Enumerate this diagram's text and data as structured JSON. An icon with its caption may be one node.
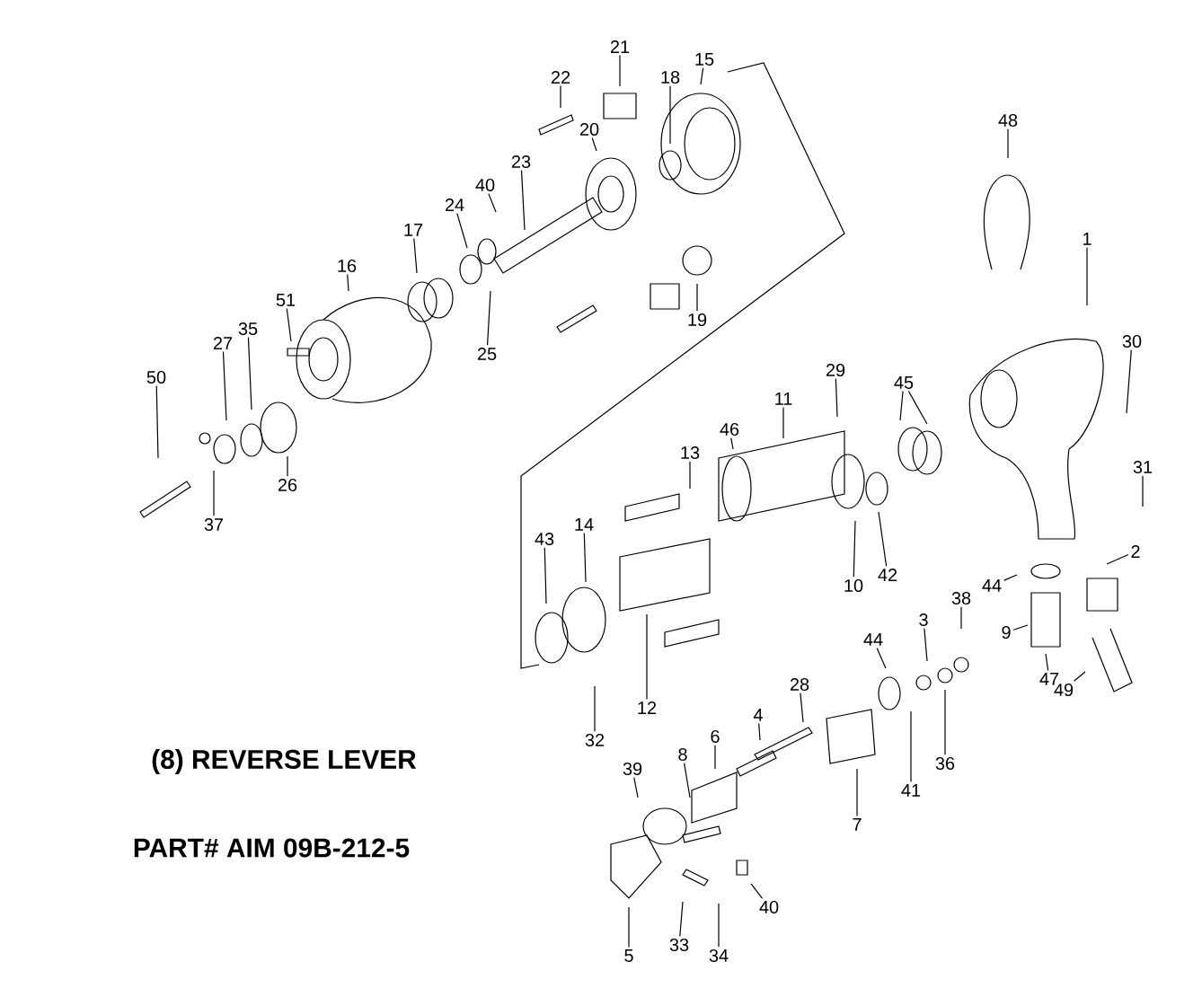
{
  "diagram": {
    "nodes": [
      {
        "text": [
          "21"
        ]
      },
      {
        "text": [
          "22"
        ]
      },
      {
        "text": [
          "15"
        ]
      },
      {
        "text": [
          "18"
        ]
      },
      {
        "text": [
          "20"
        ]
      },
      {
        "text": [
          "23"
        ]
      },
      {
        "text": [
          "40"
        ]
      },
      {
        "text": [
          "24"
        ]
      },
      {
        "text": [
          "17"
        ]
      },
      {
        "text": [
          "16"
        ]
      },
      {
        "text": [
          "51"
        ]
      },
      {
        "text": [
          "35"
        ]
      },
      {
        "text": [
          "27"
        ]
      },
      {
        "text": [
          "50"
        ]
      },
      {
        "text": [
          "19"
        ]
      },
      {
        "text": [
          "25"
        ]
      },
      {
        "text": [
          "26"
        ]
      },
      {
        "text": [
          "37"
        ]
      },
      {
        "text": [
          "48"
        ]
      },
      {
        "text": [
          "1"
        ]
      },
      {
        "text": [
          "30"
        ]
      },
      {
        "text": [
          "45"
        ]
      },
      {
        "text": [
          "29"
        ]
      },
      {
        "text": [
          "11"
        ]
      },
      {
        "text": [
          "46"
        ]
      },
      {
        "text": [
          "13"
        ]
      },
      {
        "text": [
          "31"
        ]
      },
      {
        "text": [
          "14"
        ]
      },
      {
        "text": [
          "43"
        ]
      },
      {
        "text": [
          "2"
        ]
      },
      {
        "text": [
          "44"
        ]
      },
      {
        "text": [
          "42"
        ]
      },
      {
        "text": [
          "10"
        ]
      },
      {
        "text": [
          "38"
        ]
      },
      {
        "text": [
          "9"
        ]
      },
      {
        "text": [
          "3"
        ]
      },
      {
        "text": [
          "44"
        ]
      },
      {
        "text": [
          "47"
        ]
      },
      {
        "text": [
          "49"
        ]
      },
      {
        "text": [
          "28"
        ]
      },
      {
        "text": [
          "12"
        ]
      },
      {
        "text": [
          "4"
        ]
      },
      {
        "text": [
          "32"
        ]
      },
      {
        "text": [
          "6"
        ]
      },
      {
        "text": [
          "8"
        ]
      },
      {
        "text": [
          "39"
        ]
      },
      {
        "text": [
          "36"
        ]
      },
      {
        "text": [
          "41"
        ]
      },
      {
        "text": [
          "7"
        ]
      },
      {
        "text": [
          "40"
        ]
      },
      {
        "text": [
          "33"
        ]
      },
      {
        "text": [
          "34"
        ]
      },
      {
        "text": [
          "5"
        ]
      }
    ],
    "edges": [
      {
        "from": 0,
        "to": null,
        "arrow": "none"
      },
      {
        "from": 1,
        "to": null,
        "arrow": "none"
      },
      {
        "from": 2,
        "to": null,
        "arrow": "none"
      },
      {
        "from": 3,
        "to": null,
        "arrow": "none"
      },
      {
        "from": 4,
        "to": null,
        "arrow": "none"
      },
      {
        "from": 5,
        "to": null,
        "arrow": "none"
      },
      {
        "from": 6,
        "to": null,
        "arrow": "none"
      },
      {
        "from": 7,
        "to": null,
        "arrow": "none"
      },
      {
        "from": 8,
        "to": null,
        "arrow": "none"
      },
      {
        "from": 9,
        "to": null,
        "arrow": "none"
      },
      {
        "from": 10,
        "to": null,
        "arrow": "none"
      },
      {
        "from": 11,
        "to": null,
        "arrow": "none"
      },
      {
        "from": 12,
        "to": null,
        "arrow": "none"
      },
      {
        "from": 13,
        "to": null,
        "arrow": "none"
      },
      {
        "from": 14,
        "to": null,
        "arrow": "none"
      },
      {
        "from": 15,
        "to": null,
        "arrow": "none"
      },
      {
        "from": 16,
        "to": null,
        "arrow": "none"
      },
      {
        "from": 17,
        "to": null,
        "arrow": "none"
      },
      {
        "from": 18,
        "to": null,
        "arrow": "none"
      },
      {
        "from": 19,
        "to": null,
        "arrow": "none"
      },
      {
        "from": 20,
        "to": null,
        "arrow": "none"
      },
      {
        "from": 21,
        "to": null,
        "arrow": "none"
      },
      {
        "from": 21,
        "to": null,
        "arrow": "none"
      },
      {
        "from": 22,
        "to": null,
        "arrow": "none"
      },
      {
        "from": 23,
        "to": null,
        "arrow": "none"
      },
      {
        "from": 24,
        "to": null,
        "arrow": "none"
      },
      {
        "from": 25,
        "to": null,
        "arrow": "none"
      },
      {
        "from": 26,
        "to": null,
        "arrow": "none"
      },
      {
        "from": 27,
        "to": null,
        "arrow": "none"
      },
      {
        "from": 28,
        "to": null,
        "arrow": "none"
      },
      {
        "from": 29,
        "to": null,
        "arrow": "none"
      },
      {
        "from": 30,
        "to": null,
        "arrow": "none"
      },
      {
        "from": 31,
        "to": null,
        "arrow": "none"
      },
      {
        "from": 32,
        "to": null,
        "arrow": "none"
      },
      {
        "from": 33,
        "to": null,
        "arrow": "none"
      },
      {
        "from": 34,
        "to": null,
        "arrow": "none"
      },
      {
        "from": 35,
        "to": null,
        "arrow": "none"
      },
      {
        "from": 36,
        "to": null,
        "arrow": "none"
      },
      {
        "from": 37,
        "to": null,
        "arrow": "none"
      },
      {
        "from": 38,
        "to": null,
        "arrow": "none"
      },
      {
        "from": 39,
        "to": null,
        "arrow": "none"
      },
      {
        "from": 40,
        "to": null,
        "arrow": "none"
      },
      {
        "from": 41,
        "to": null,
        "arrow": "none"
      },
      {
        "from": 42,
        "to": null,
        "arrow": "none"
      },
      {
        "from": 43,
        "to": null,
        "arrow": "none"
      },
      {
        "from": 44,
        "to": null,
        "arrow": "none"
      },
      {
        "from": 45,
        "to": null,
        "arrow": "none"
      },
      {
        "from": 46,
        "to": null,
        "arrow": "none"
      },
      {
        "from": 47,
        "to": null,
        "arrow": "none"
      },
      {
        "from": 48,
        "to": null,
        "arrow": "none"
      },
      {
        "from": 49,
        "to": null,
        "arrow": "none"
      },
      {
        "from": 50,
        "to": null,
        "arrow": "none"
      },
      {
        "from": 51,
        "to": null,
        "arrow": "none"
      },
      {
        "from": 52,
        "to": null,
        "arrow": "none"
      }
    ],
    "labels": [
      "(8) REVERSE LEVER",
      "PART# AIM 09B-212-5"
    ]
  }
}
